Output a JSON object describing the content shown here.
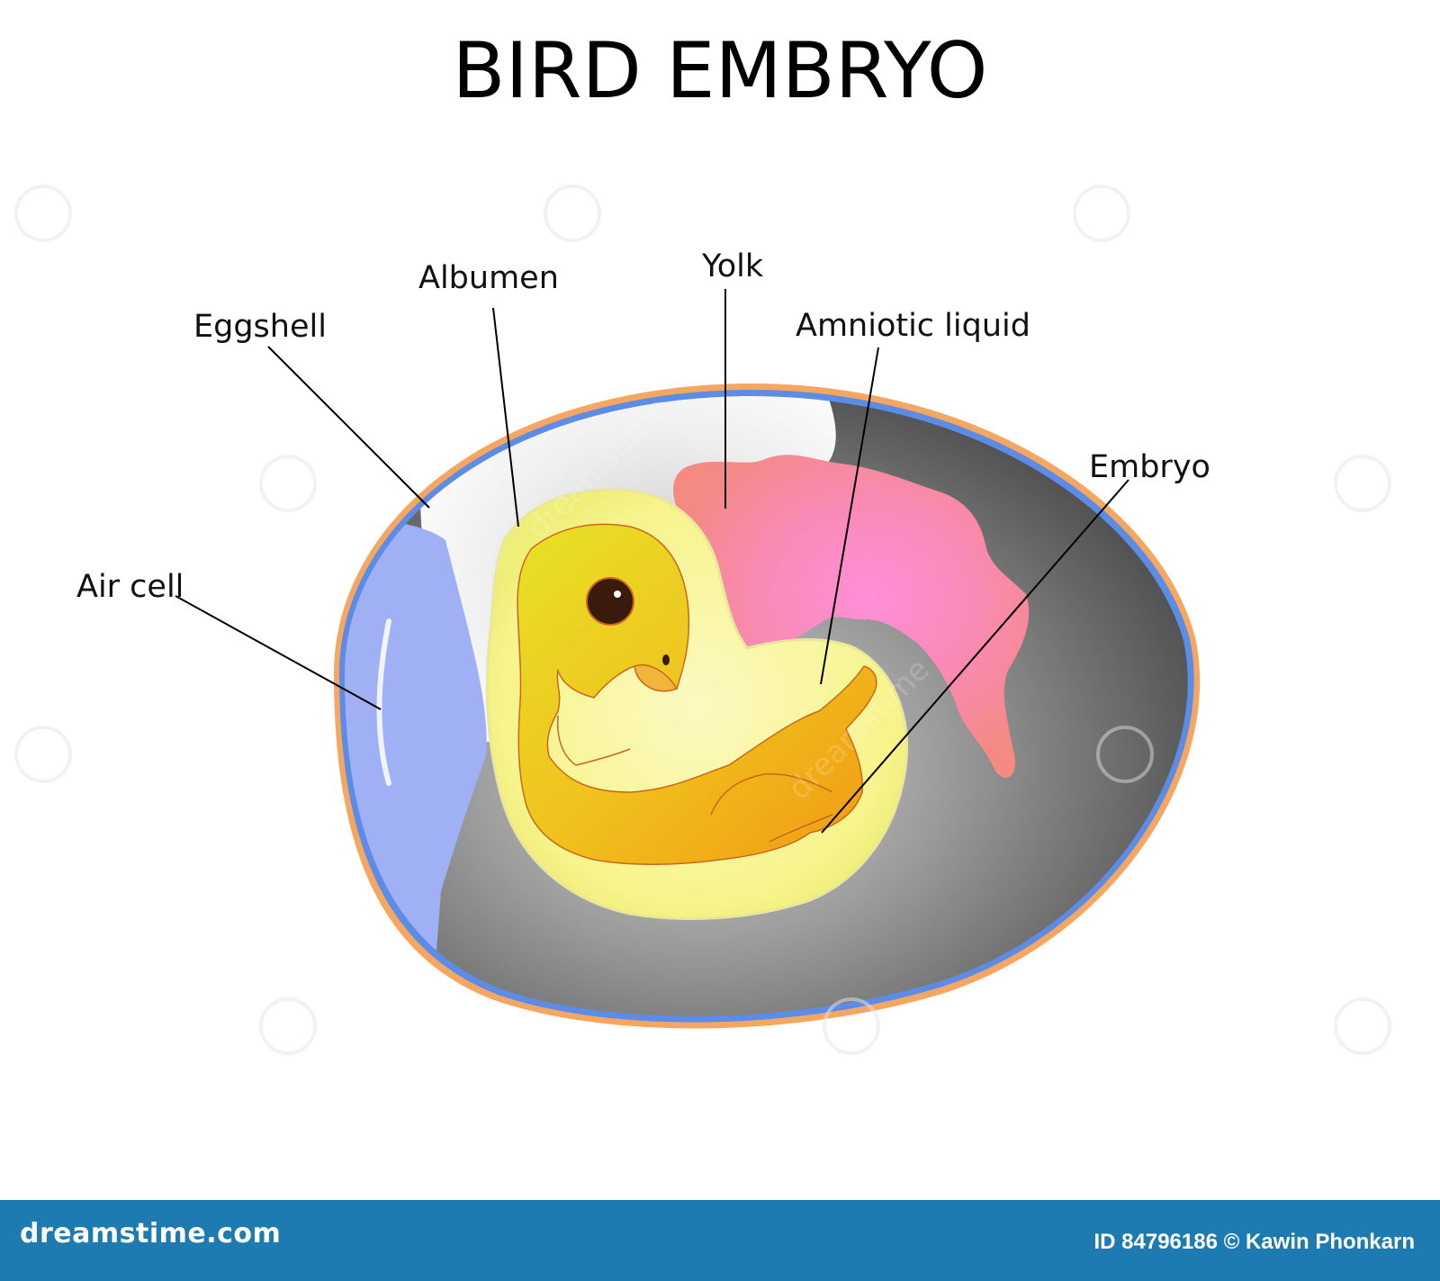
{
  "title": "BIRD EMBRYO",
  "labels": {
    "eggshell": "Eggshell",
    "albumen": "Albumen",
    "yolk": "Yolk",
    "amniotic_liquid": "Amniotic liquid",
    "embryo": "Embryo",
    "air_cell": "Air cell"
  },
  "watermark": "dreamstime",
  "footer": {
    "brand": "dreamstime.com",
    "credit": "ID 84796186 © Kawin Phonkarn"
  },
  "colors": {
    "shell_outer": "#f5a762",
    "shell_inner": "#5b8de8",
    "air_cell": "#9fb0f5",
    "yolk": "#f48a8a",
    "embryo": "#f2b41f",
    "amnion": "#fbf58e",
    "footer": "#1d7bb1"
  }
}
